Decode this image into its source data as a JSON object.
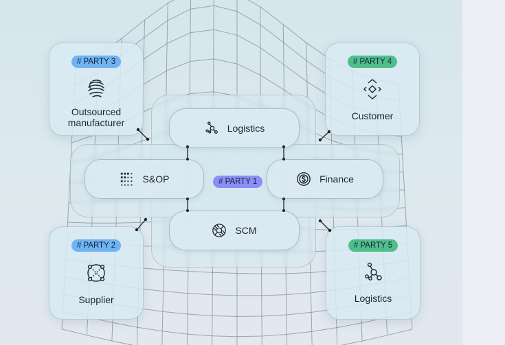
{
  "diagram": {
    "hub": {
      "tag": "# PARTY 1",
      "tag_color": "#8b8ef5",
      "nodes": [
        {
          "id": "logistics",
          "label": "Logistics",
          "icon": "network-nodes-icon"
        },
        {
          "id": "sop",
          "label": "S&OP",
          "icon": "dot-grid-icon"
        },
        {
          "id": "finance",
          "label": "Finance",
          "icon": "dollar-coin-icon"
        },
        {
          "id": "scm",
          "label": "SCM",
          "icon": "cycle-arrows-icon"
        }
      ]
    },
    "parties": [
      {
        "tag": "# PARTY 3",
        "tag_color": "#6fb3f2",
        "label": "Outsourced manufacturer",
        "icon": "globe-lines-icon",
        "position": "top-left"
      },
      {
        "tag": "# PARTY 4",
        "tag_color": "#4fbf8a",
        "label": "Customer",
        "icon": "diamond-arrows-icon",
        "position": "top-right"
      },
      {
        "tag": "# PARTY 2",
        "tag_color": "#6fb3f2",
        "label": "Supplier",
        "icon": "circle-cross-nodes-icon",
        "position": "bottom-left"
      },
      {
        "tag": "# PARTY 5",
        "tag_color": "#4fbf8a",
        "label": "Logistics",
        "icon": "network-nodes-icon",
        "position": "bottom-right"
      }
    ]
  }
}
